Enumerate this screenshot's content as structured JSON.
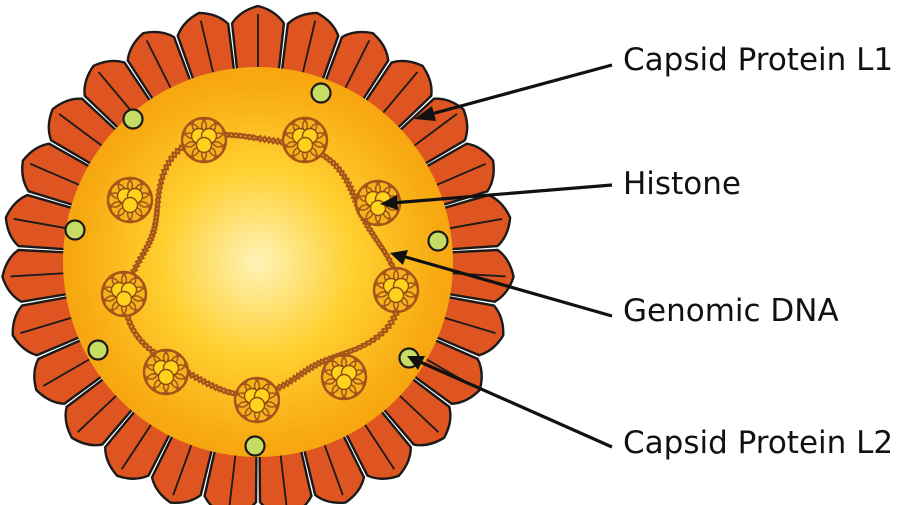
{
  "labels": {
    "capsid_l1": "Capsid Protein L1",
    "histone": "Histone",
    "genomic_dna": "Genomic DNA",
    "capsid_l2": "Capsid Protein L2"
  },
  "colors": {
    "capsid_l1_fill": "#de5521",
    "capsid_l2_fill": "#c6dc62",
    "core_center": "#fff3b8",
    "core_mid": "#ffd030",
    "core_edge": "#f5a30f",
    "histone_fill": "#ffd21e",
    "dna_strand": "#a4541a",
    "outline": "#1a1a1a"
  }
}
